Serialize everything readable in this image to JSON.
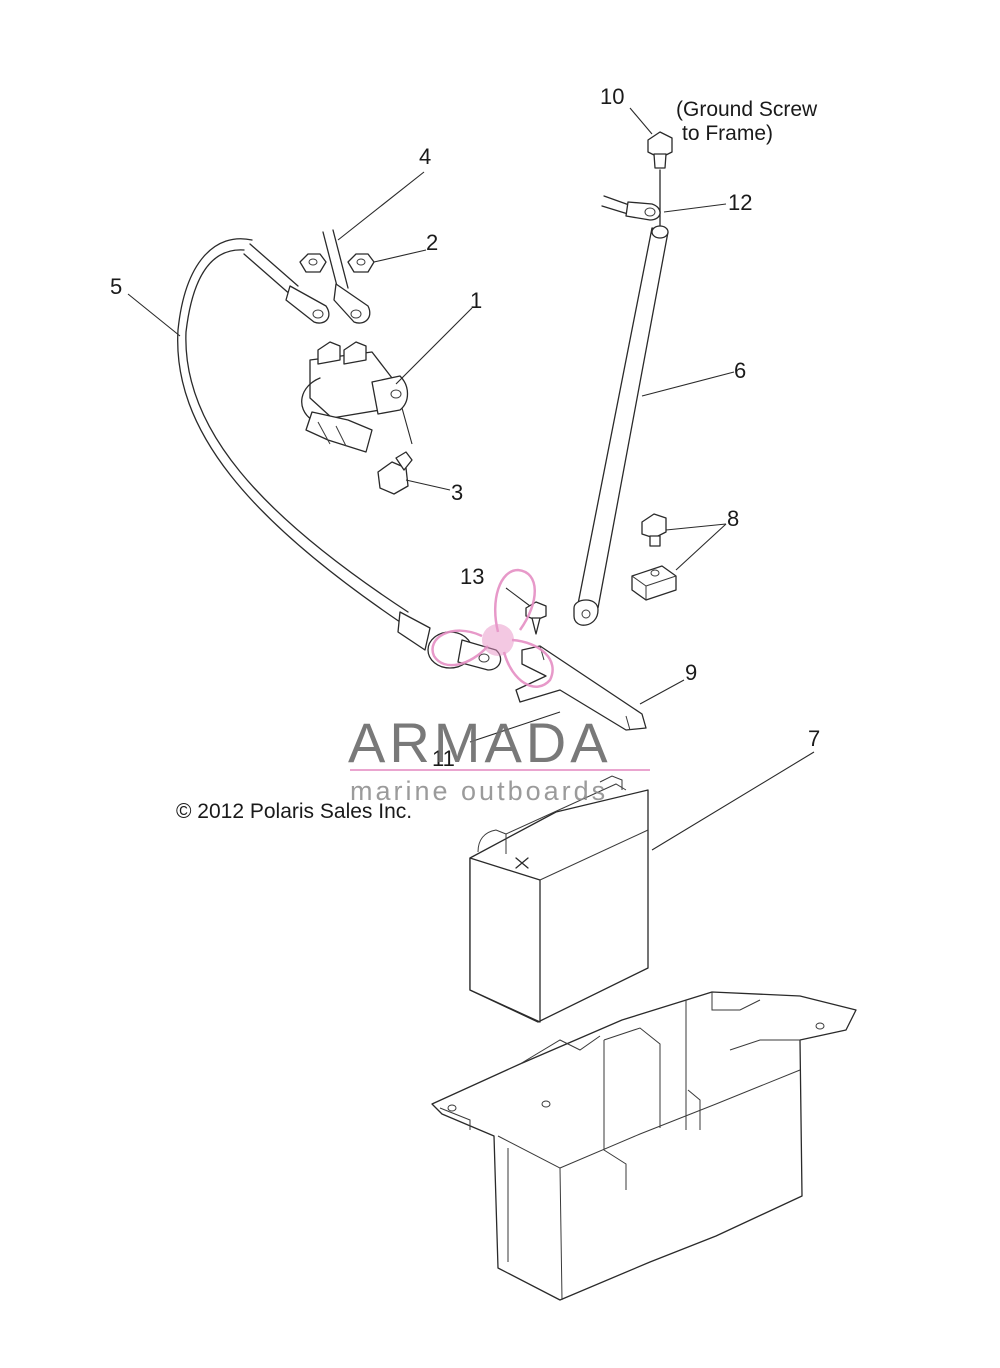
{
  "callouts": {
    "c1": "1",
    "c2": "2",
    "c3": "3",
    "c4": "4",
    "c5": "5",
    "c6": "6",
    "c7": "7",
    "c8": "8",
    "c9": "9",
    "c10": "10",
    "c11": "11",
    "c12": "12",
    "c13": "13"
  },
  "note": {
    "line1": "(Ground Screw",
    "line2": "to Frame)"
  },
  "copyright": "© 2012 Polaris Sales Inc.",
  "watermark": {
    "brand": "ARMADA",
    "tagline": "marine outboards",
    "accent_color": "#e58fc4",
    "text_color": "#6e6e6e"
  }
}
